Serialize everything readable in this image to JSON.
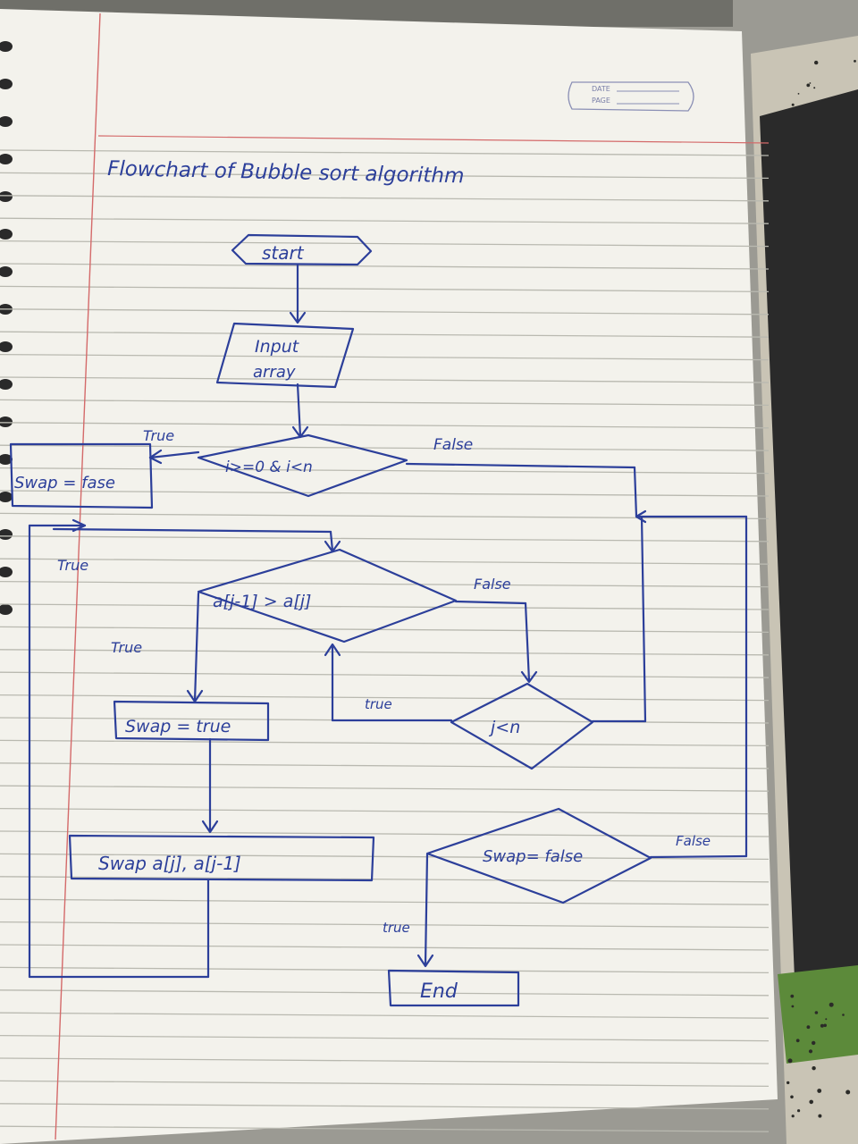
{
  "stamp": {
    "date_label": "DATE",
    "page_label": "PAGE"
  },
  "title": "Flowchart of Bubble sort algorithm",
  "nodes": {
    "start": "start",
    "input": [
      "Input",
      "array"
    ],
    "outer_condition": "i>=0 & i<n",
    "swap_false": "Swap = fase",
    "inner_condition": "a[j-1] > a[j]",
    "swap_true": "Swap = true",
    "loop_condition": "j<n",
    "swap_action": "Swap a[j], a[j-1]",
    "swap_check": "Swap= false",
    "end": "End"
  },
  "edge_labels": {
    "outer_true": "True",
    "outer_false": "False",
    "loop_true": "True",
    "inner_true": "True",
    "inner_false": "False",
    "j_true": "true",
    "check_false": "False",
    "check_true": "true"
  },
  "colors": {
    "ink": "#2c3f9a",
    "paper": "#f3f2ec",
    "rule": "#b9b9b0",
    "margin": "#d46a6a"
  }
}
